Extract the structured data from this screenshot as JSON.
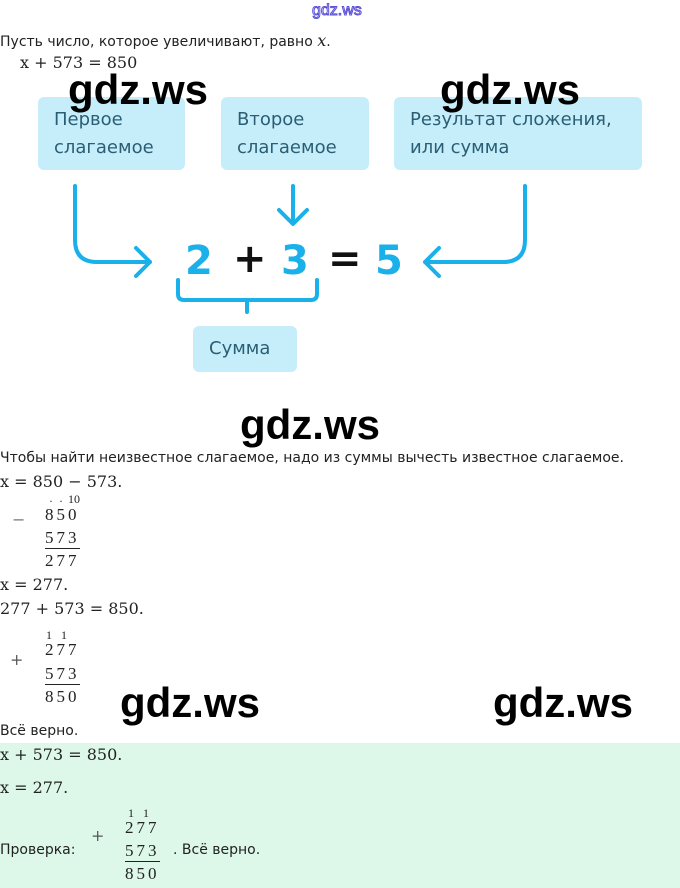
{
  "watermark": "gdz.ws",
  "intro": {
    "line1": "Пусть число, которое увеличивают, равно ",
    "var": "x",
    "dot": ".",
    "line2": "x + 573 = 850"
  },
  "diagram": {
    "box_first": [
      "Первое",
      "слагаемое"
    ],
    "box_second": [
      "Второе",
      "слагаемое"
    ],
    "box_result": [
      "Результат сложения,",
      "или сумма"
    ],
    "box_sum": "Сумма",
    "equation": {
      "a": "2",
      "plus": "+",
      "b": "3",
      "eq": "=",
      "c": "5"
    },
    "accent_color": "#1ab0ea"
  },
  "solution": {
    "rule": "Чтобы найти неизвестное слагаемое, надо из суммы вычесть известное слагаемое.",
    "eq1": "x = 850 − 573.",
    "subtraction": {
      "sign": "−",
      "borrow": "10",
      "minuend": "850",
      "subtrahend": "573",
      "result": "277"
    },
    "eq2": "x = 277.",
    "eq3": "277 + 573 = 850.",
    "addition": {
      "sign": "+",
      "carry": "1 1",
      "a": "277",
      "b": "573",
      "sum": "850"
    },
    "verdict": "Всё верно."
  },
  "answer": {
    "eq1": "x + 573 = 850.",
    "eq2": "x = 277.",
    "check_label": "Проверка:",
    "addition": {
      "sign": "+",
      "carry": "1 1",
      "a": "277",
      "b": "573",
      "sum": "850"
    },
    "verdict": ". Всё верно."
  }
}
